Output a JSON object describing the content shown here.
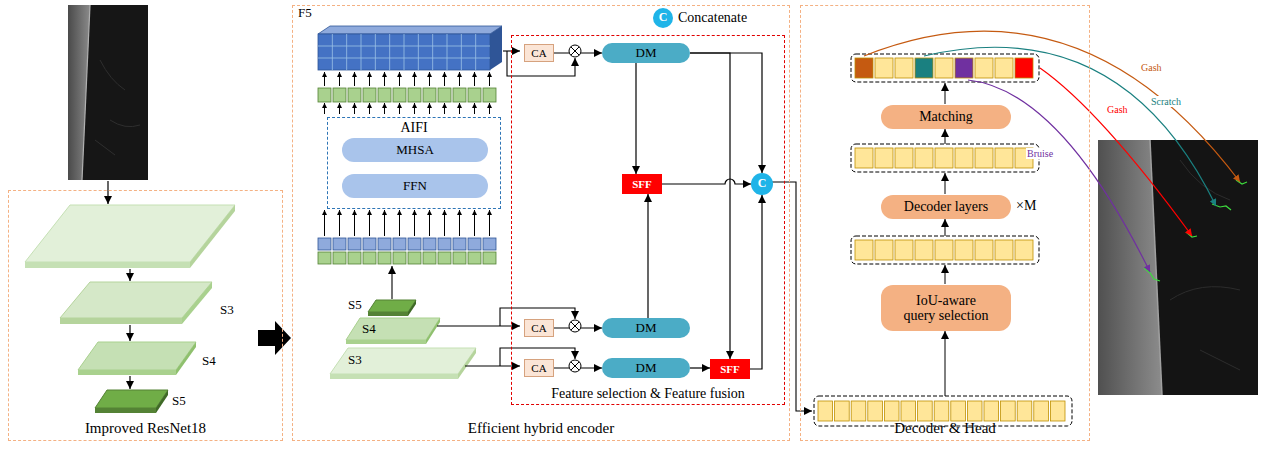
{
  "diagram": {
    "nodes": [
      {
        "text": [
          "Improved ResNet18"
        ]
      },
      {
        "text": [
          "Efficient hybrid encoder"
        ]
      },
      {
        "text": [
          "C",
          "Concatenate"
        ],
        "in": 1
      },
      {
        "text": [
          "AIFI"
        ],
        "in": 1
      },
      {
        "text": [
          "MHSA"
        ],
        "in": 3
      },
      {
        "text": [
          "FFN"
        ],
        "in": 3
      },
      {
        "text": [
          "Feature selection & Feature fusion"
        ],
        "in": 1
      },
      {
        "text": [
          "CA"
        ],
        "in": 6
      },
      {
        "text": [
          "DM"
        ],
        "in": 6
      },
      {
        "text": [
          "SFF"
        ],
        "in": 6
      },
      {
        "text": [
          "C"
        ],
        "in": 6
      },
      {
        "text": [
          "CA"
        ],
        "in": 6
      },
      {
        "text": [
          "DM"
        ],
        "in": 6
      },
      {
        "text": [
          "CA"
        ],
        "in": 6
      },
      {
        "text": [
          "DM"
        ],
        "in": 6
      },
      {
        "text": [
          "SFF"
        ],
        "in": 6
      },
      {
        "text": [
          "Decoder & Head"
        ]
      },
      {
        "text": [
          "Matching"
        ],
        "in": 16
      },
      {
        "text": [
          "Decoder layers"
        ],
        "in": 16
      },
      {
        "text": [
          "IoU-aware query selection"
        ],
        "in": 16
      }
    ],
    "edges": [
      {
        "from": 7,
        "to": 8,
        "arrow": "to"
      },
      {
        "from": 11,
        "to": 12,
        "arrow": "to"
      },
      {
        "from": 13,
        "to": 14,
        "arrow": "to"
      },
      {
        "from": 8,
        "to": 9,
        "arrow": "to"
      },
      {
        "from": 12,
        "to": 9,
        "arrow": "to"
      },
      {
        "from": 8,
        "to": 10,
        "arrow": "to"
      },
      {
        "from": 9,
        "to": 10,
        "arrow": "to"
      },
      {
        "from": 8,
        "to": 15,
        "arrow": "to"
      },
      {
        "from": 14,
        "to": 15,
        "arrow": "to"
      },
      {
        "from": 15,
        "to": 10,
        "arrow": "to"
      }
    ],
    "labels": [
      "F5",
      "S3",
      "S4",
      "S5",
      "S5",
      "S4",
      "S3",
      "×M",
      "Gash",
      "Scratch",
      "Gash",
      "Bruise"
    ]
  }
}
